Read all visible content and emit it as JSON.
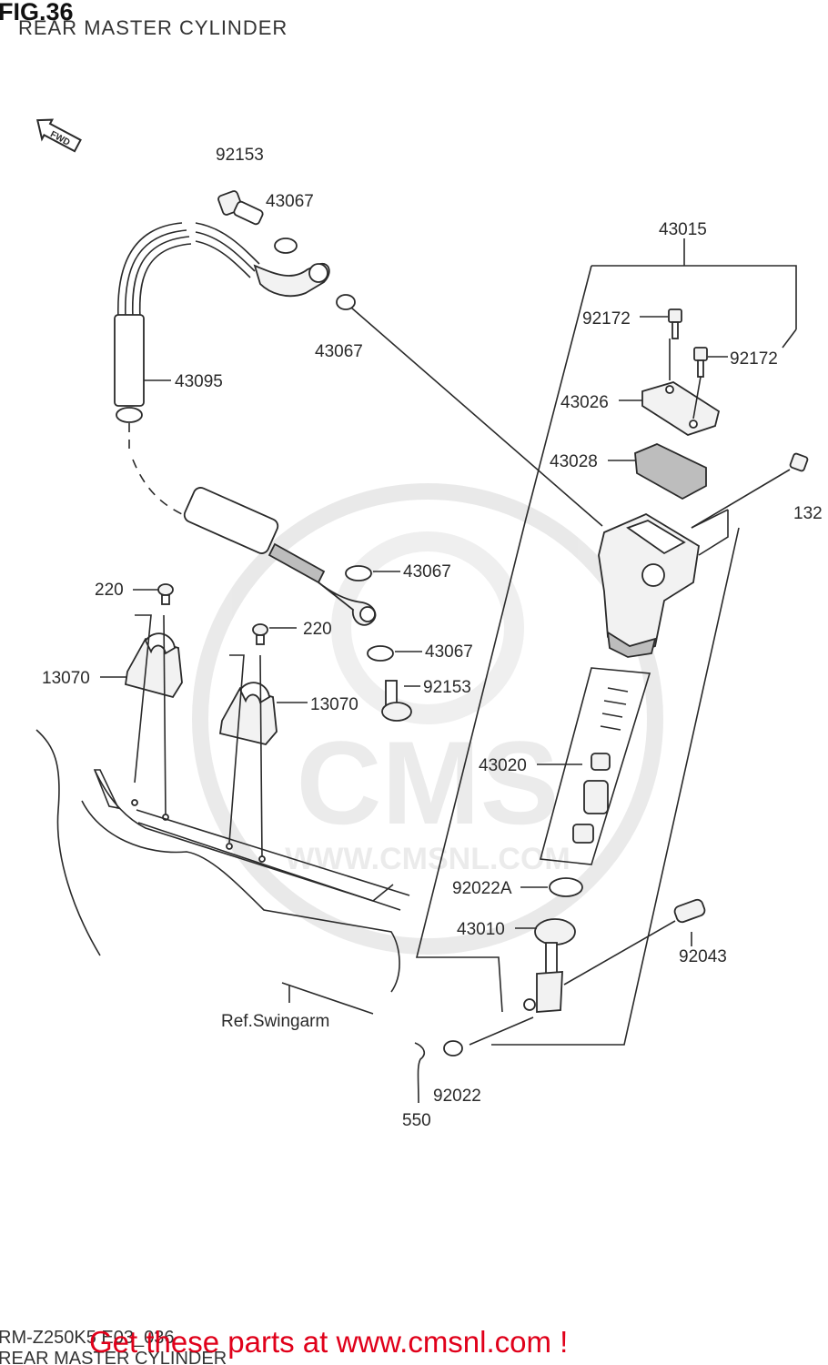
{
  "header": {
    "fig_label": "FIG.36",
    "title": "REAR MASTER CYLINDER"
  },
  "parts": {
    "p92153_top": "92153",
    "p43067_a": "43067",
    "p43067_b": "43067",
    "p43095": "43095",
    "p43015": "43015",
    "p92172_a": "92172",
    "p92172_b": "92172",
    "p43026": "43026",
    "p43028": "43028",
    "p132": "132",
    "p43067_c": "43067",
    "p220_a": "220",
    "p220_b": "220",
    "p43067_d": "43067",
    "p13070_a": "13070",
    "p13070_b": "13070",
    "p92153_bot": "92153",
    "p43020": "43020",
    "p92022A": "92022A",
    "p43010": "43010",
    "p92043": "92043",
    "p92022": "92022",
    "p550": "550",
    "ref_swingarm": "Ref.Swingarm"
  },
  "fwd_label": "FWD",
  "watermark": {
    "logo": "CMS",
    "url": "WWW.CMSNL.COM"
  },
  "footer": {
    "code": "RM-Z250K5 E03_036",
    "cta": "Get these parts at www.cmsnl.com !",
    "subtitle": "REAR MASTER CYLINDER"
  },
  "colors": {
    "line": "#2a2a2a",
    "cta_red": "#e0001a",
    "watermark_gray": "#d8d8d8"
  }
}
